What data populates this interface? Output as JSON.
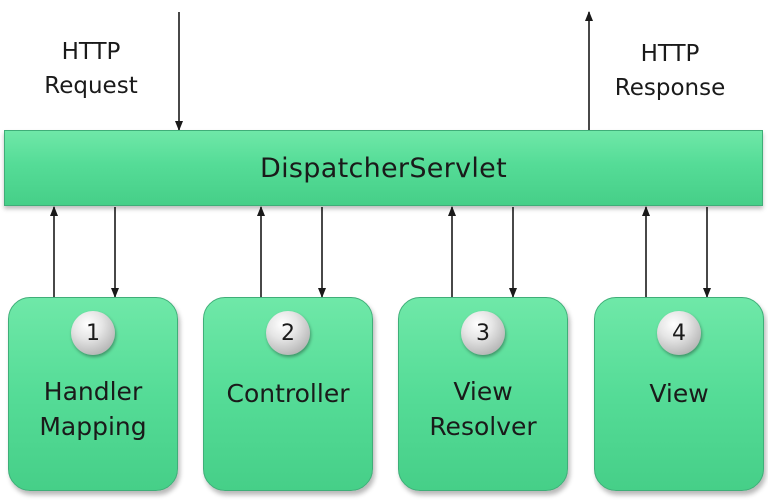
{
  "request": {
    "label": "HTTP\nRequest"
  },
  "response": {
    "label": "HTTP\nResponse"
  },
  "dispatcher": {
    "label": "DispatcherServlet"
  },
  "components": [
    {
      "step": "1",
      "label": "Handler\nMapping"
    },
    {
      "step": "2",
      "label": "Controller"
    },
    {
      "step": "3",
      "label": "View\nResolver"
    },
    {
      "step": "4",
      "label": "View"
    }
  ],
  "colors": {
    "box_fill": "#55dc97",
    "arrow": "#1a1a1a",
    "badge": "#c8c8c8"
  }
}
